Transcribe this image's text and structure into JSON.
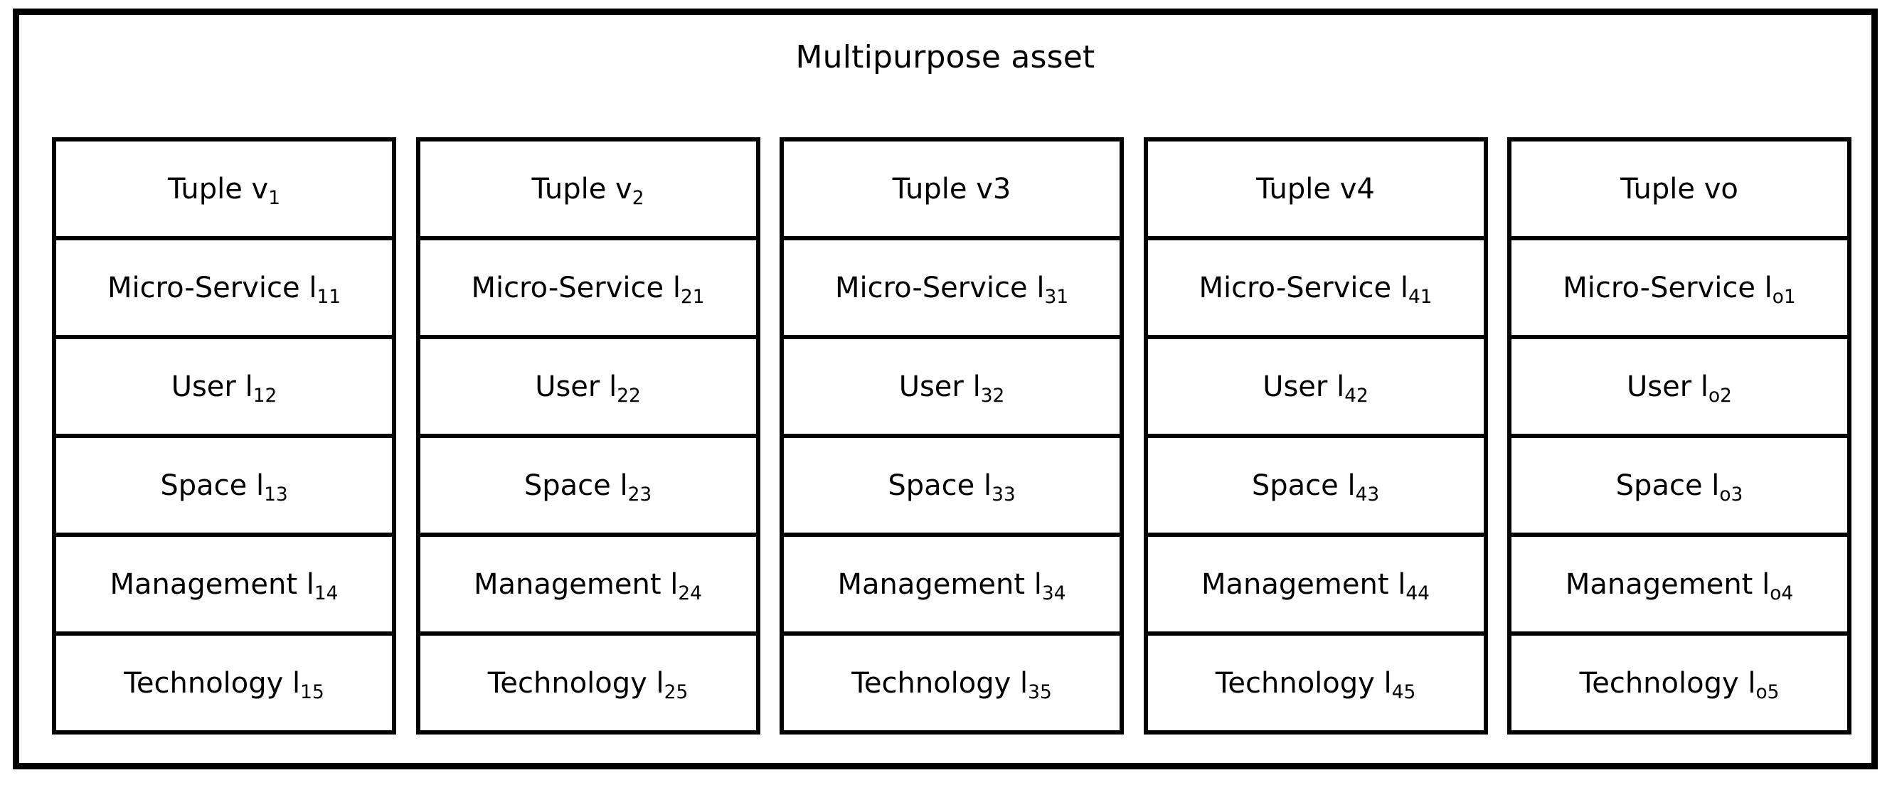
{
  "diagram": {
    "title": "Multipurpose asset",
    "row_labels": [
      "Tuple",
      "Micro-Service",
      "User",
      "Space",
      "Management",
      "Technology"
    ],
    "columns": [
      {
        "id": "tuple-1",
        "cells": [
          {
            "label": "Tuple",
            "symbol": "v",
            "sub": "1",
            "text": "Tuple v1"
          },
          {
            "label": "Micro-Service",
            "symbol": "l",
            "sub": "11",
            "text": "Micro-Service l11"
          },
          {
            "label": "User",
            "symbol": "l",
            "sub": "12",
            "text": "User l12"
          },
          {
            "label": "Space",
            "symbol": "l",
            "sub": "13",
            "text": "Space l13"
          },
          {
            "label": "Management",
            "symbol": "l",
            "sub": "14",
            "text": "Management l14"
          },
          {
            "label": "Technology",
            "symbol": "l",
            "sub": "15",
            "text": "Technology l15"
          }
        ]
      },
      {
        "id": "tuple-2",
        "cells": [
          {
            "label": "Tuple",
            "symbol": "v",
            "sub": "2",
            "text": "Tuple v2"
          },
          {
            "label": "Micro-Service",
            "symbol": "l",
            "sub": "21",
            "text": "Micro-Service l21"
          },
          {
            "label": "User",
            "symbol": "l",
            "sub": "22",
            "text": "User l22"
          },
          {
            "label": "Space",
            "symbol": "l",
            "sub": "23",
            "text": "Space l23"
          },
          {
            "label": "Management",
            "symbol": "l",
            "sub": "24",
            "text": "Management l24"
          },
          {
            "label": "Technology",
            "symbol": "l",
            "sub": "25",
            "text": "Technology l25"
          }
        ]
      },
      {
        "id": "tuple-3",
        "cells": [
          {
            "label": "Tuple",
            "symbol": "v3",
            "sub": "",
            "text": "Tuple v3"
          },
          {
            "label": "Micro-Service",
            "symbol": "l",
            "sub": "31",
            "text": "Micro-Service l31"
          },
          {
            "label": "User",
            "symbol": "l",
            "sub": "32",
            "text": "User l32"
          },
          {
            "label": "Space",
            "symbol": "l",
            "sub": "33",
            "text": "Space l33"
          },
          {
            "label": "Management",
            "symbol": "l",
            "sub": "34",
            "text": "Management l34"
          },
          {
            "label": "Technology",
            "symbol": "l",
            "sub": "35",
            "text": "Technology l35"
          }
        ]
      },
      {
        "id": "tuple-4",
        "cells": [
          {
            "label": "Tuple",
            "symbol": "v4",
            "sub": "",
            "text": "Tuple v4"
          },
          {
            "label": "Micro-Service",
            "symbol": "l",
            "sub": "41",
            "text": "Micro-Service l41"
          },
          {
            "label": "User",
            "symbol": "l",
            "sub": "42",
            "text": "User l42"
          },
          {
            "label": "Space",
            "symbol": "l",
            "sub": "43",
            "text": "Space l43"
          },
          {
            "label": "Management",
            "symbol": "l",
            "sub": "44",
            "text": "Management l44"
          },
          {
            "label": "Technology",
            "symbol": "l",
            "sub": "45",
            "text": "Technology l45"
          }
        ]
      },
      {
        "id": "tuple-o",
        "cells": [
          {
            "label": "Tuple",
            "symbol": "vo",
            "sub": "",
            "text": "Tuple vo"
          },
          {
            "label": "Micro-Service",
            "symbol": "l",
            "sub": "o1",
            "text": "Micro-Service lo1"
          },
          {
            "label": "User",
            "symbol": "l",
            "sub": "o2",
            "text": "User lo2"
          },
          {
            "label": "Space",
            "symbol": "l",
            "sub": "o3",
            "text": "Space lo3"
          },
          {
            "label": "Management",
            "symbol": "l",
            "sub": "o4",
            "text": "Management lo4"
          },
          {
            "label": "Technology",
            "symbol": "l",
            "sub": "o5",
            "text": "Technology lo5"
          }
        ]
      }
    ],
    "colors": {
      "stroke": "#000000",
      "fill": "#ffffff",
      "text": "#000000"
    }
  }
}
